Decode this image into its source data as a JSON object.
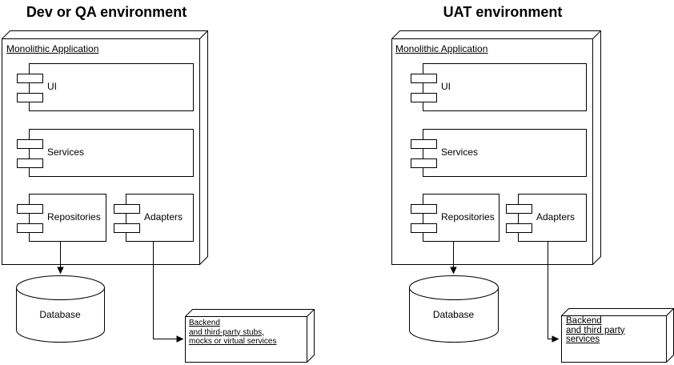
{
  "colors": {
    "stroke": "#000000",
    "fill": "#ffffff",
    "text": "#000000",
    "background": "#ffffff"
  },
  "icons": {
    "component_icon": "uml-component-two-tab-glyph",
    "node_icon": "uml-3d-node-box",
    "database_icon": "cylinder"
  },
  "diagrams": [
    {
      "title": "Dev or QA environment",
      "node_label": "Monolithic Application",
      "components": {
        "ui": "UI",
        "services": "Services",
        "repositories": "Repositories",
        "adapters": "Adapters"
      },
      "database_label": "Database",
      "backend_lines": [
        "Backend",
        "and third-party stubs,",
        "mocks or virtual services"
      ]
    },
    {
      "title": "UAT environment",
      "node_label": "Monolithic Application",
      "components": {
        "ui": "UI",
        "services": "Services",
        "repositories": "Repositories",
        "adapters": "Adapters"
      },
      "database_label": "Database",
      "backend_lines": [
        "Backend",
        "and third party",
        "services"
      ]
    }
  ]
}
